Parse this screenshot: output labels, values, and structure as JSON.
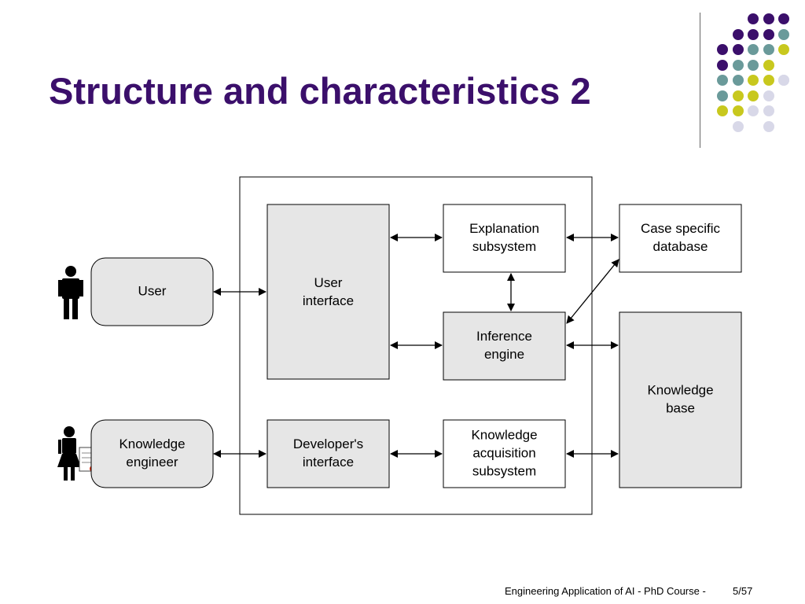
{
  "slide": {
    "title": "Structure and characteristics 2",
    "footer_course": "Engineering Application of AI - PhD Course -",
    "footer_page": "5/57"
  },
  "decoration": {
    "dot_colors": {
      "purple": "#3b0f6b",
      "teal": "#6a9a9a",
      "olive": "#c8c81e",
      "lavender": "#d8d8e8"
    }
  },
  "diagram": {
    "nodes": {
      "user": [
        "User"
      ],
      "knowledge_engineer": [
        "Knowledge",
        "engineer"
      ],
      "user_interface": [
        "User",
        "interface"
      ],
      "developers_interface": [
        "Developer's",
        "interface"
      ],
      "explanation_subsystem": [
        "Explanation",
        "subsystem"
      ],
      "inference_engine": [
        "Inference",
        "engine"
      ],
      "knowledge_acquisition": [
        "Knowledge",
        "acquisition",
        "subsystem"
      ],
      "case_specific_database": [
        "Case specific",
        "database"
      ],
      "knowledge_base": [
        "Knowledge",
        "base"
      ]
    },
    "edges": [
      [
        "user",
        "user_interface"
      ],
      [
        "user_interface",
        "explanation_subsystem"
      ],
      [
        "user_interface",
        "inference_engine"
      ],
      [
        "explanation_subsystem",
        "case_specific_database"
      ],
      [
        "explanation_subsystem",
        "inference_engine"
      ],
      [
        "inference_engine",
        "case_specific_database"
      ],
      [
        "inference_engine",
        "knowledge_base"
      ],
      [
        "knowledge_engineer",
        "developers_interface"
      ],
      [
        "developers_interface",
        "knowledge_acquisition"
      ],
      [
        "knowledge_acquisition",
        "knowledge_base"
      ]
    ]
  }
}
